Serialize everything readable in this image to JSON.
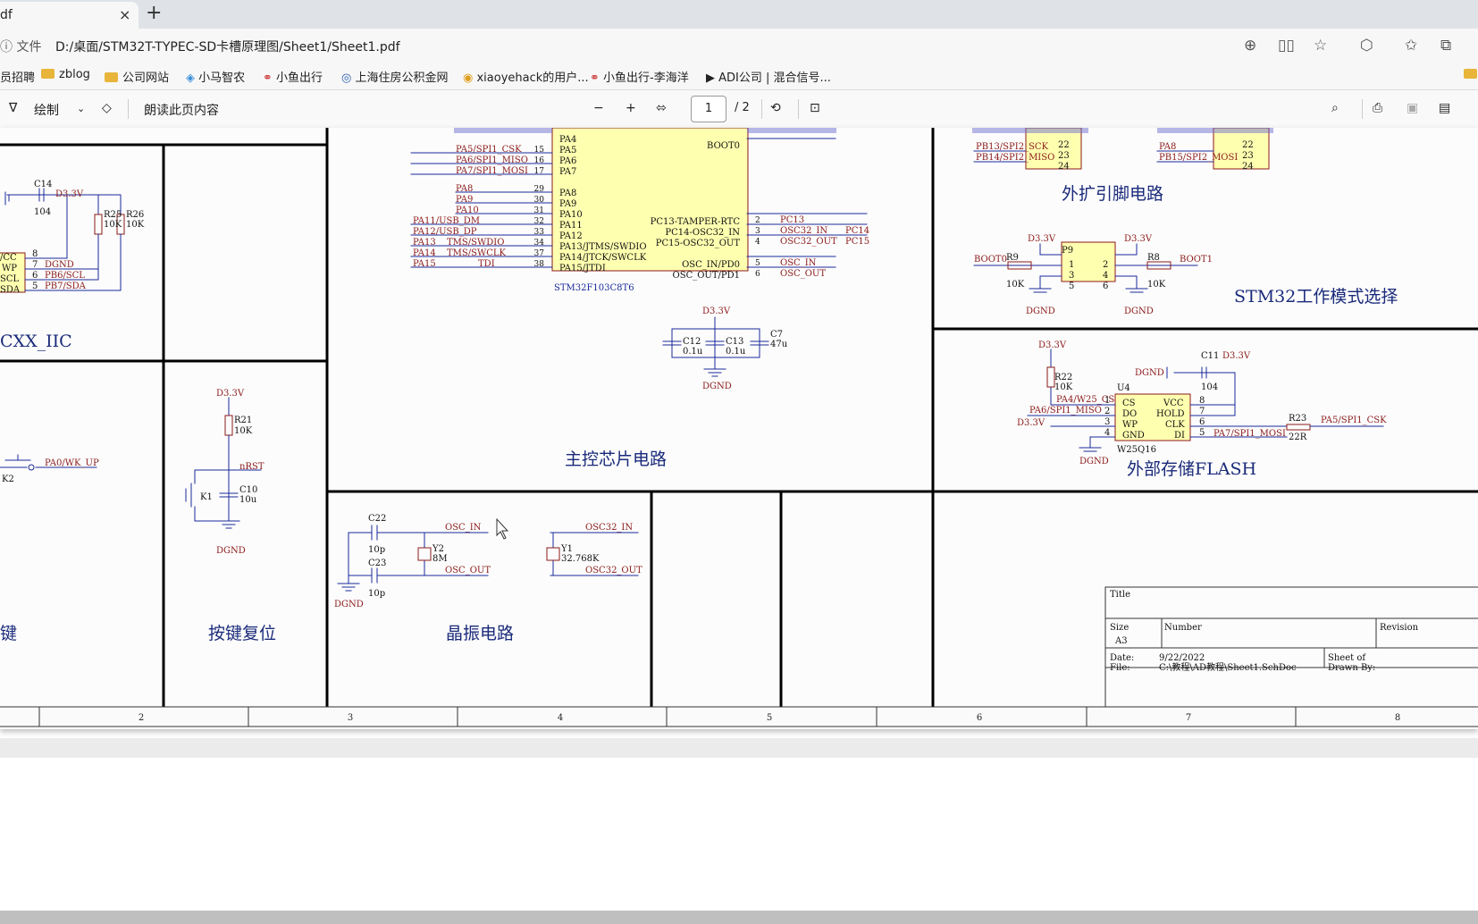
{
  "tab": {
    "title": "df",
    "close": "×",
    "new": "+"
  },
  "address": {
    "file_label": "ⓘ 文件",
    "url": "D:/桌面/STM32T-TYPEC-SD卡槽原理图/Sheet1/Sheet1.pdf"
  },
  "bookmarks": [
    "员招聘",
    "zblog",
    "公司网站",
    "小马智农",
    "小鱼出行",
    "上海住房公积金网",
    "xiaoyehack的用户...",
    "小鱼出行-李海洋",
    "ADI公司 | 混合信号..."
  ],
  "pdf_toolbar": {
    "draw": "绘制",
    "read_aloud": "朗读此页内容",
    "page": "1",
    "total": "/ 2"
  },
  "schematic": {
    "section_titles": {
      "iic": "CXX_IIC",
      "main_chip": "主控芯片电路",
      "ext_pins": "外扩引脚电路",
      "mode": "STM32工作模式选择",
      "flash": "外部存储FLASH",
      "key": "键",
      "reset": "按键复位",
      "crystal": "晶振电路"
    },
    "chip": {
      "name": "STM32F103C8T6",
      "left_pins": [
        "PA4",
        "PA5",
        "PA6",
        "PA7",
        "PA8",
        "PA9",
        "PA10",
        "PA11",
        "PA12",
        "PA13/JTMS/SWDIO",
        "PA14/JTCK/SWCLK",
        "PA15/JTDI"
      ],
      "left_nums": [
        "15",
        "16",
        "17",
        "29",
        "30",
        "31",
        "32",
        "33",
        "34",
        "37",
        "38"
      ],
      "left_nets": [
        "PA5/SPI1_CSK",
        "PA6/SPI1_MISO",
        "PA7/SPI1_MOSI",
        "PA8",
        "PA9",
        "PA10",
        "PA11/USB_DM",
        "PA12/USB_DP",
        "PA13",
        "PA14",
        "PA15"
      ],
      "left_nets2": [
        "TMS/SWDIO",
        "TMS/SWCLK",
        "TDI"
      ],
      "right_pins": [
        "BOOT0",
        "PC13-TAMPER-RTC",
        "PC14-OSC32_IN",
        "PC15-OSC32_OUT",
        "OSC_IN/PD0",
        "OSC_OUT/PD1"
      ],
      "right_nums": [
        "2",
        "3",
        "4",
        "5",
        "6"
      ],
      "right_nets": [
        "PC13",
        "OSC32_IN",
        "OSC32_OUT",
        "OSC_IN",
        "OSC_OUT"
      ],
      "right_nets2": [
        "PC14",
        "PC15"
      ]
    },
    "ext_headers": {
      "left": [
        "PB13/SPI2_SCK",
        "PB14/SPI2_MISO"
      ],
      "right": [
        "PA8",
        "PB15/SPI2_MOSI"
      ],
      "nums": [
        "22",
        "23",
        "24"
      ]
    },
    "labels": {
      "d33": "D3.3V",
      "dgnd": "DGND",
      "boot0": "BOOT0",
      "boot1": "BOOT1",
      "r9": "R9",
      "r8": "R8",
      "k10": "10K",
      "p9": "P9",
      "mode_pins": [
        "1",
        "2",
        "3",
        "4",
        "5",
        "6"
      ],
      "c12": "C12",
      "c13": "C13",
      "c7": "C7",
      "v01u": "0.1u",
      "v47u": "47u",
      "r22": "R22",
      "u4": "U4",
      "c11": "C11",
      "v104": "104",
      "r23": "R23",
      "v22r": "22R",
      "flash_left": [
        "CS",
        "DO",
        "WP",
        "GND"
      ],
      "flash_right": [
        "VCC",
        "HOLD",
        "CLK",
        "DI"
      ],
      "flash_nums": [
        "8",
        "7",
        "6",
        "5"
      ],
      "flash_lnums": [
        "1",
        "2",
        "3",
        "4"
      ],
      "pa4": "PA4/W25_CS",
      "pa6": "PA6/SPI1_MISO",
      "pa5": "PA5/SPI1_CSK",
      "pa7": "PA7/SPI1_MOSI",
      "w25": "W25Q16",
      "c14": "C14",
      "r25": "R25",
      "r26": "R26",
      "iic_pins": [
        "8",
        "7",
        "6",
        "5"
      ],
      "iic_names": [
        "/CC",
        "WP",
        "SCL",
        "SDA"
      ],
      "iic_nets": [
        "DGND",
        "PB6/SCL",
        "PB7/SDA"
      ],
      "pa0": "PA0/WK_UP",
      "k2": "K2",
      "r21": "R21",
      "nrst": "nRST",
      "k1": "K1",
      "c10": "C10",
      "v10u": "10u",
      "c22": "C22",
      "c23": "C23",
      "v10p": "10p",
      "y2": "Y2",
      "v8m": "8M",
      "y1": "Y1",
      "v32": "32.768K",
      "osc_in": "OSC_IN",
      "osc_out": "OSC_OUT",
      "osc32_in": "OSC32_IN",
      "osc32_out": "OSC32_OUT"
    },
    "title_block": {
      "title": "Title",
      "size": "Size",
      "number": "Number",
      "revision": "Revision",
      "a3": "A3",
      "date_l": "Date:",
      "date": "9/22/2022",
      "file_l": "File:",
      "file": "C:\\教程\\AD教程\\Sheet1.SchDoc",
      "sheet": "Sheet   of",
      "drawn": "Drawn By:"
    },
    "ruler": [
      "2",
      "3",
      "4",
      "5",
      "6",
      "7",
      "8"
    ]
  }
}
